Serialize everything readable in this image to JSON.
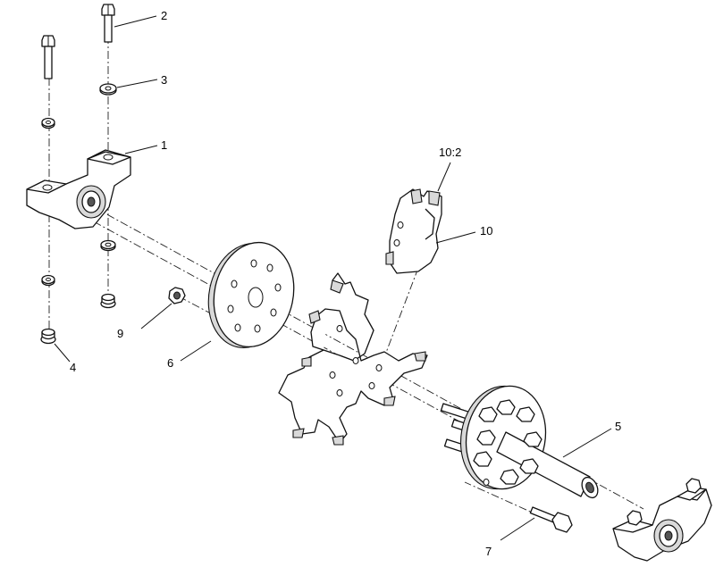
{
  "callouts": {
    "c1": "1",
    "c2": "2",
    "c3": "3",
    "c4": "4",
    "c5": "5",
    "c6": "6",
    "c7": "7",
    "c9": "9",
    "c10": "10",
    "c10_2": "10:2"
  },
  "parts": [
    {
      "callout": "1",
      "icon": "bearing-flange-housing-icon"
    },
    {
      "callout": "2",
      "icon": "hex-bolt-icon"
    },
    {
      "callout": "3",
      "icon": "flat-washer-icon"
    },
    {
      "callout": "4",
      "icon": "flange-nut-icon"
    },
    {
      "callout": "5",
      "icon": "hub-shaft-icon"
    },
    {
      "callout": "6",
      "icon": "flange-plate-icon"
    },
    {
      "callout": "7",
      "icon": "short-bolt-icon"
    },
    {
      "callout": "9",
      "icon": "nut-icon"
    },
    {
      "callout": "10",
      "icon": "tine-blade-icon"
    }
  ]
}
